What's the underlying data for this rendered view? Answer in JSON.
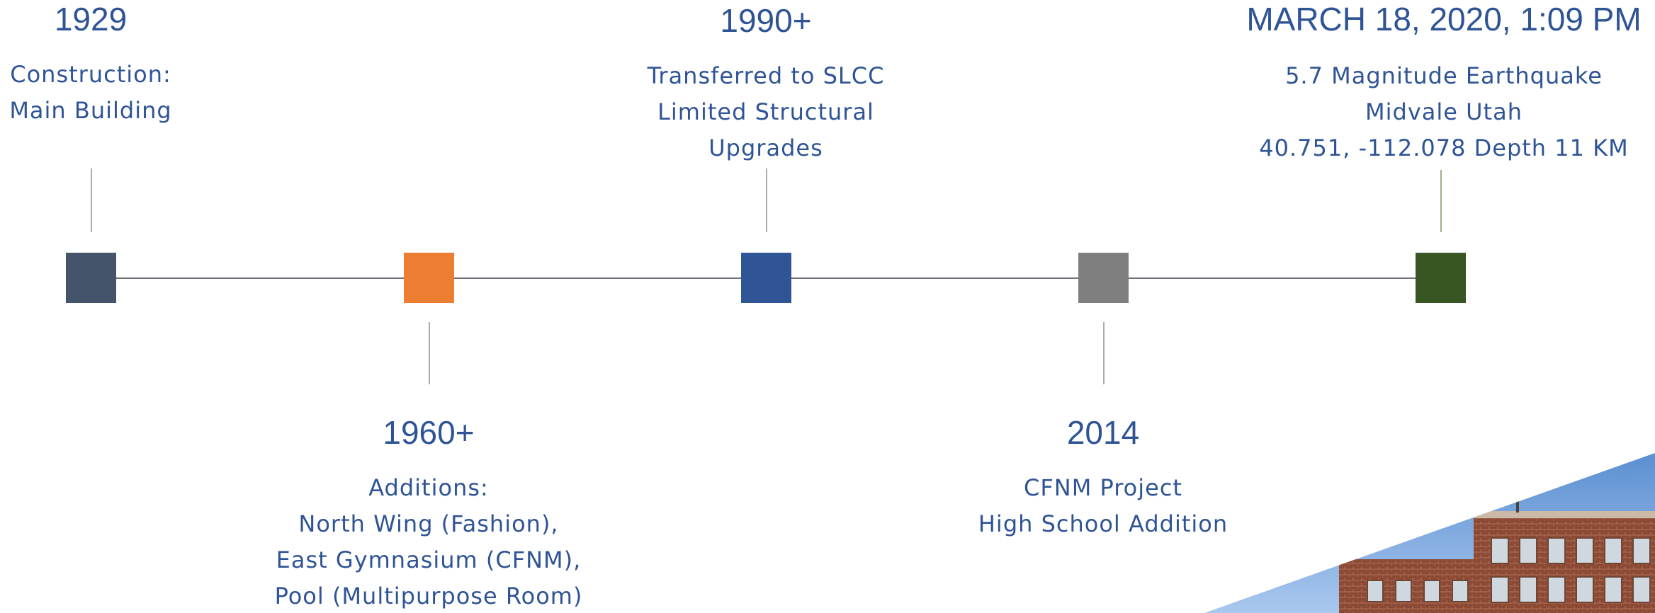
{
  "timeline": {
    "events": [
      {
        "year": "1929",
        "lines": [
          "Construction:",
          "Main Building"
        ],
        "color": "#44546a"
      },
      {
        "year": "1960+",
        "lines": [
          "Additions:",
          "North Wing (Fashion),",
          "East Gymnasium (CFNM),",
          "Pool (Multipurpose Room)"
        ],
        "color": "#ed7d31"
      },
      {
        "year": "1990+",
        "lines": [
          "Transferred to SLCC",
          "Limited Structural",
          "Upgrades"
        ],
        "color": "#2f5597"
      },
      {
        "year": "2014",
        "lines": [
          "CFNM Project",
          "High School Addition"
        ],
        "color": "#7f7f7f"
      },
      {
        "year": "MARCH 18, 2020, 1:09 PM",
        "lines": [
          "5.7 Magnitude Earthquake",
          "Midvale Utah",
          "40.751, -112.078 Depth 11 KM"
        ],
        "color": "#375623"
      }
    ],
    "text_color": "#2f5495",
    "line_color": "#6f747a"
  },
  "photo": {
    "icon": "school-building-photo"
  }
}
